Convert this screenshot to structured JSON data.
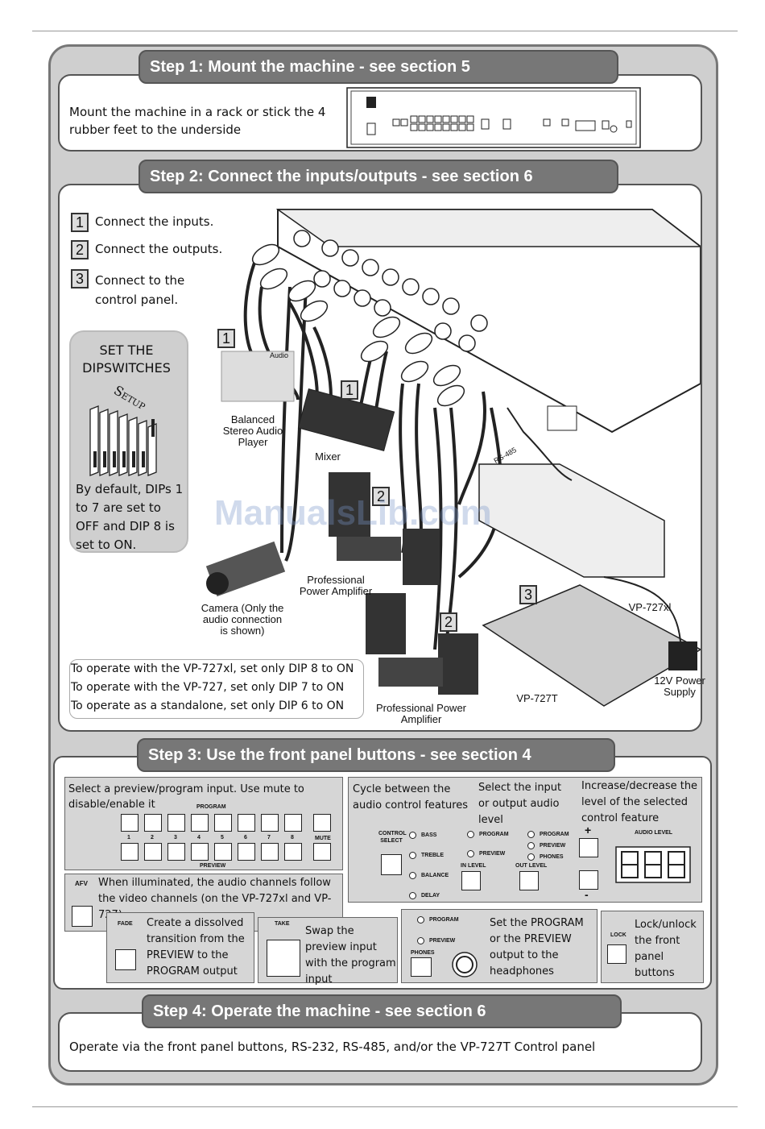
{
  "step1": {
    "title": "Step 1: Mount the machine - see section 5",
    "text": "Mount the machine in a rack or stick the 4 rubber feet to the underside"
  },
  "step2": {
    "title": "Step 2: Connect the inputs/outputs - see section 6",
    "list": [
      {
        "n": "1",
        "text": "Connect the inputs."
      },
      {
        "n": "2",
        "text": "Connect the outputs."
      },
      {
        "n": "3",
        "text": "Connect to the control panel."
      }
    ],
    "dip": {
      "title": "SET THE DIPSWITCHES",
      "setup": "Setup",
      "text": "By default, DIPs 1 to 7 are set to OFF and DIP 8 is set to ON."
    },
    "labels": {
      "balanced": "Balanced Stereo Audio Player",
      "mixer": "Mixer",
      "camera": "Camera (Only the audio connection is shown)",
      "amp1": "Professional Power Amplifier",
      "amp2": "Professional Power Amplifier",
      "vp727xl": "VP-727xl",
      "vp727t": "VP-727T",
      "power": "12V Power Supply",
      "rs485": "RS-485",
      "audio": "Audio"
    },
    "notes": [
      "To operate with the VP-727xl, set only DIP 8 to ON",
      "To operate with the VP-727, set only DIP 7 to ON",
      "To operate as a standalone, set only DIP 6 to ON"
    ],
    "watermark": "ManualsLib.com"
  },
  "step3": {
    "title": "Step 3: Use the front panel buttons - see section 4",
    "select": {
      "text": "Select a preview/program input. Use mute to disable/enable it",
      "program": "Program",
      "preview": "Preview",
      "mute": "Mute",
      "numbers": [
        "1",
        "2",
        "3",
        "4",
        "5",
        "6",
        "7",
        "8"
      ]
    },
    "cycle": {
      "text": "Cycle between the audio control features",
      "control": "Control Select",
      "items": [
        "Bass",
        "Treble",
        "Balance",
        "Delay"
      ]
    },
    "selectio": {
      "text": "Select the input or output audio level",
      "program": "Program",
      "preview": "Preview",
      "inlevel": "In Level",
      "outlevel": "Out Level",
      "program2": "Program",
      "preview2": "Preview",
      "phones": "Phones"
    },
    "incdec": {
      "text": "Increase/decrease the level of the selected control feature",
      "plus": "+",
      "minus": "-",
      "audiolevel": "Audio Level"
    },
    "afv": {
      "label": "AFV",
      "text": "When illuminated, the audio channels follow the video channels (on the VP-727xl and VP-727)"
    },
    "fade": {
      "label": "Fade",
      "text": "Create a dissolved transition from the PREVIEW to the PROGRAM output"
    },
    "take": {
      "label": "Take",
      "text": "Swap the preview input with the program input"
    },
    "phones": {
      "program": "Program",
      "preview": "Preview",
      "phones": "Phones",
      "text": "Set the PROGRAM or the PREVIEW output to the headphones"
    },
    "lock": {
      "label": "Lock",
      "text": "Lock/unlock the front panel buttons"
    }
  },
  "step4": {
    "title": "Step 4: Operate the machine - see section 6",
    "text": "Operate via the front panel buttons, RS-232, RS-485, and/or the VP-727T Control panel"
  }
}
